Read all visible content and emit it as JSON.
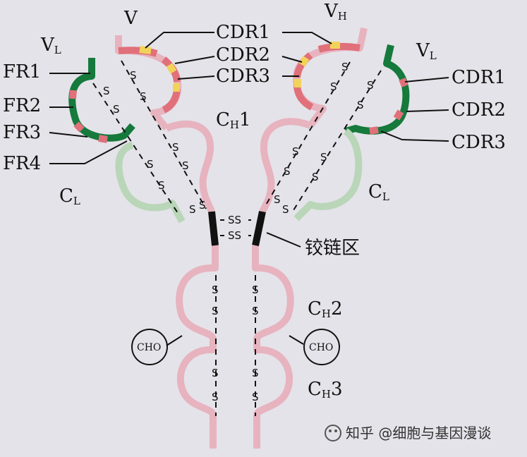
{
  "heavy_chain": {
    "v_label": "V",
    "vh_label_main": "V",
    "vh_label_sub": "H",
    "ch1_main": "C",
    "ch1_sub": "H",
    "ch1_num": "1",
    "ch2_main": "C",
    "ch2_sub": "H",
    "ch2_num": "2",
    "ch3_main": "C",
    "ch3_sub": "H",
    "ch3_num": "3"
  },
  "light_chain": {
    "vl_main": "V",
    "vl_sub": "L",
    "cl_main": "C",
    "cl_sub": "L"
  },
  "left_labels": {
    "fr1": "FR1",
    "fr2": "FR2",
    "fr3": "FR3",
    "fr4": "FR4"
  },
  "center_labels": {
    "cdr1": "CDR1",
    "cdr2": "CDR2",
    "cdr3": "CDR3"
  },
  "right_labels": {
    "cdr1": "CDR1",
    "cdr2": "CDR2",
    "cdr3": "CDR3"
  },
  "hinge_label": "铰链区",
  "cho_label": "CHO",
  "ss_label": "SS",
  "s_label": "S",
  "watermark": "知乎 @细胞与基因漫谈",
  "colors": {
    "background": "#e4e3e9",
    "heavy_chain": "#e7b3bf",
    "cdr_red": "#e0707a",
    "cdr_yellow": "#f2d35a",
    "light_variable": "#157a3c",
    "light_constant": "#b9d6b8",
    "hinge": "#111111"
  }
}
